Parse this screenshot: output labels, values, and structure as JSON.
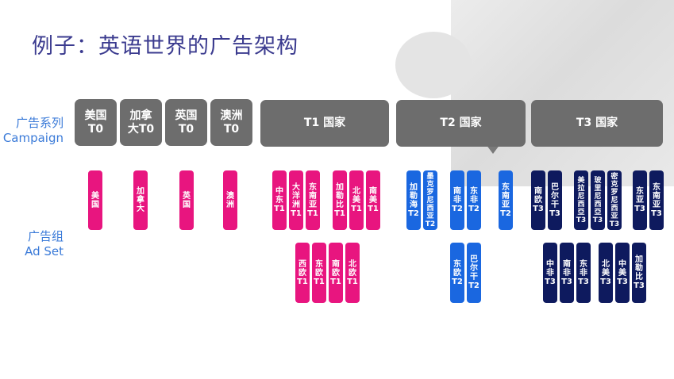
{
  "title": "例子：英语世界的广告架构",
  "labels": {
    "campaign_cn": "广告系列",
    "campaign_en": "Campaign",
    "adset_cn": "广告组",
    "adset_en": "Ad Set"
  },
  "campaigns": [
    "美国\nT0",
    "加拿\n大T0",
    "英国\nT0",
    "澳洲\nT0",
    "T1 国家",
    "T2 国家",
    "T3 国家"
  ],
  "t0_adsets": [
    "美\n国",
    "加\n拿\n大",
    "英\n国",
    "澳\n洲"
  ],
  "t1_adsets": [
    "中\n东\nT1",
    "大\n洋\n洲\nT1",
    "东\n南\n亚\nT1",
    "加\n勒\n比\nT1",
    "北\n美\nT1",
    "南\n美\nT1",
    "西\n欧\nT1",
    "东\n欧\nT1",
    "南\n欧\nT1",
    "北\n欧\nT1"
  ],
  "t2_adsets": [
    "加\n勒\n海\nT2",
    "墨\n克\n罗\n尼\n西\n亚\nT2",
    "南\n非\nT2",
    "东\n非\nT2",
    "东\n南\n亚\nT2",
    "东\n欧\nT2",
    "巴\n尔\n干\nT2"
  ],
  "t3_adsets": [
    "南\n欧\nT3",
    "巴\n尔\n干\nT3",
    "美\n拉\n尼\n西\n亞\nT3",
    "玻\n里\n尼\n西\n亞\nT3",
    "密\n克\n罗\n尼\n西\n亚\nT3",
    "东\n亚\nT3",
    "东\n南\n亚\nT3",
    "中\n非\nT3",
    "南\n非\nT3",
    "东\n非\nT3",
    "北\n美\nT3",
    "中\n美\nT3",
    "加\n勒\n比\nT3"
  ],
  "colors": {
    "campaign": "#6d6d6d",
    "t0_t1": "#e8157f",
    "t2": "#1a67e0",
    "t3": "#0e1a5e",
    "label": "#3a7ad8",
    "title": "#3b3b8f"
  }
}
